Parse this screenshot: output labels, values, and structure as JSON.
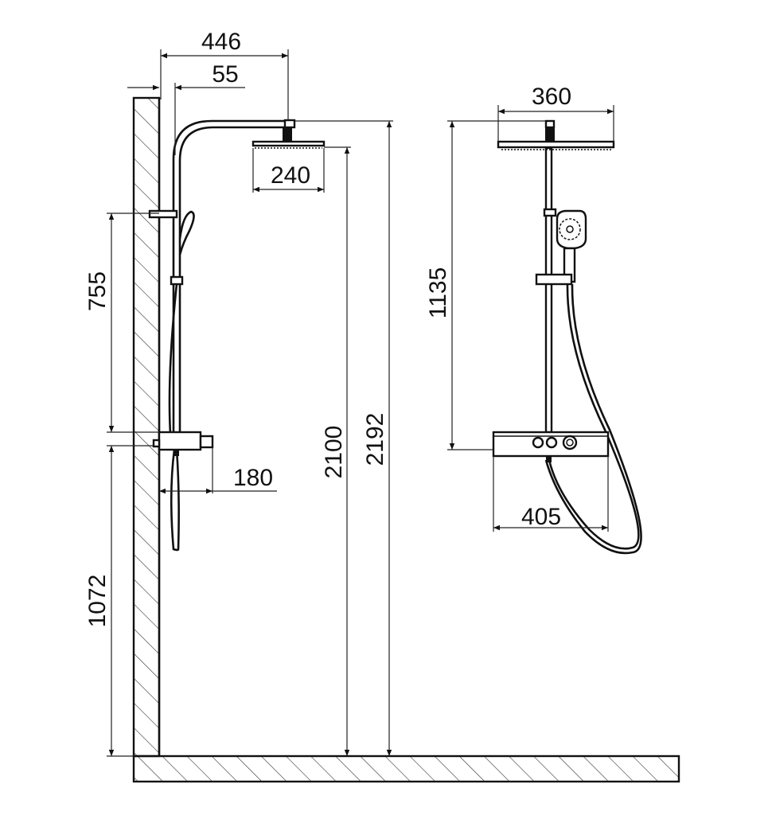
{
  "drawing": {
    "side_view": {
      "overall_reach": "446",
      "wall_offset": "55",
      "head_width": "240",
      "rail_height": "755",
      "valve_height": "1072",
      "valve_depth": "180",
      "head_height": "2100",
      "total_height": "2192"
    },
    "front_view": {
      "head_width": "360",
      "rail_height": "1135",
      "valve_width": "405"
    },
    "colors": {
      "line": "#111111",
      "background": "#ffffff"
    }
  }
}
